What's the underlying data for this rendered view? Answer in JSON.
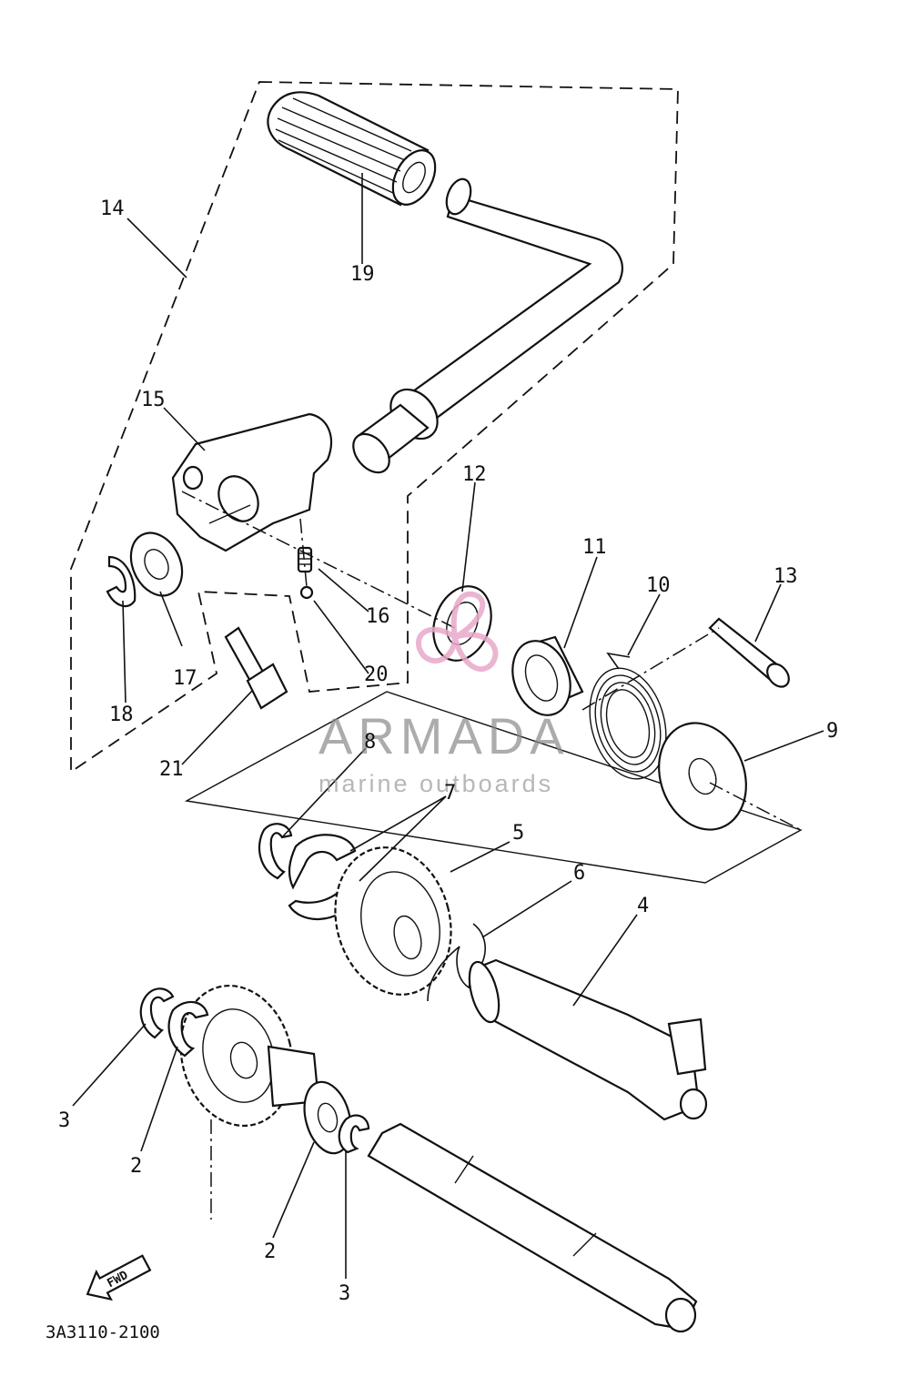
{
  "diagram": {
    "drawing_code": "3A3110-2100",
    "direction_label": "FWD",
    "watermark": {
      "brand": "ARMADA",
      "tagline": "marine outboards",
      "color": "#e8a9c9"
    },
    "callouts": [
      {
        "id": "c1",
        "number": "2"
      },
      {
        "id": "c2",
        "number": "3"
      },
      {
        "id": "c3",
        "number": "4"
      },
      {
        "id": "c4",
        "number": "5"
      },
      {
        "id": "c5",
        "number": "6"
      },
      {
        "id": "c6",
        "number": "7"
      },
      {
        "id": "c7",
        "number": "8"
      },
      {
        "id": "c8",
        "number": "9"
      },
      {
        "id": "c9",
        "number": "10"
      },
      {
        "id": "c10",
        "number": "11"
      },
      {
        "id": "c11",
        "number": "12"
      },
      {
        "id": "c12",
        "number": "13"
      },
      {
        "id": "c13",
        "number": "14"
      },
      {
        "id": "c14",
        "number": "15"
      },
      {
        "id": "c15",
        "number": "16"
      },
      {
        "id": "c16",
        "number": "17"
      },
      {
        "id": "c17",
        "number": "18"
      },
      {
        "id": "c18",
        "number": "19"
      },
      {
        "id": "c19",
        "number": "20"
      },
      {
        "id": "c20",
        "number": "21"
      },
      {
        "id": "c21",
        "number": "2"
      },
      {
        "id": "c22",
        "number": "3"
      },
      {
        "id": "c23",
        "number": "2"
      },
      {
        "id": "c24",
        "number": "3"
      }
    ]
  }
}
